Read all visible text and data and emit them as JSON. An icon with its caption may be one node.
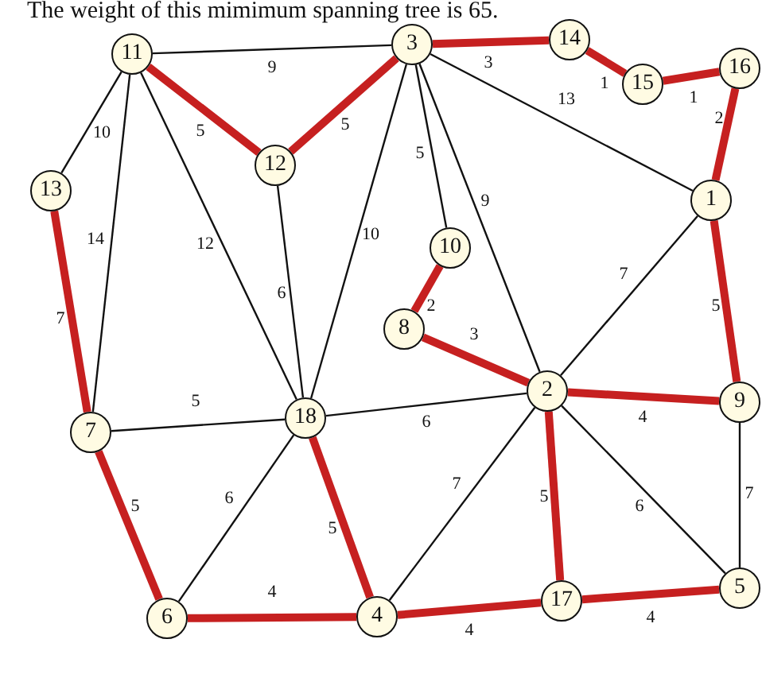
{
  "diagram": {
    "title": "The weight of this mimimum spanning tree is 65.",
    "nodes": [
      {
        "text": [
          "11"
        ]
      },
      {
        "text": [
          "3"
        ]
      },
      {
        "text": [
          "14"
        ]
      },
      {
        "text": [
          "15"
        ]
      },
      {
        "text": [
          "16"
        ]
      },
      {
        "text": [
          "13"
        ]
      },
      {
        "text": [
          "12"
        ]
      },
      {
        "text": [
          "1"
        ]
      },
      {
        "text": [
          "10"
        ]
      },
      {
        "text": [
          "8"
        ]
      },
      {
        "text": [
          "7"
        ]
      },
      {
        "text": [
          "18"
        ]
      },
      {
        "text": [
          "2"
        ]
      },
      {
        "text": [
          "9"
        ]
      },
      {
        "text": [
          "6"
        ]
      },
      {
        "text": [
          "4"
        ]
      },
      {
        "text": [
          "17"
        ]
      },
      {
        "text": [
          "5"
        ]
      }
    ],
    "edges": [
      {
        "from": 0,
        "to": 1,
        "arrow": "none",
        "label": "9",
        "color": "#111111"
      },
      {
        "from": 0,
        "to": 5,
        "arrow": "none",
        "label": "10",
        "color": "#111111"
      },
      {
        "from": 0,
        "to": 10,
        "arrow": "none",
        "label": "14",
        "color": "#111111"
      },
      {
        "from": 0,
        "to": 11,
        "arrow": "none",
        "label": "12",
        "color": "#111111"
      },
      {
        "from": 0,
        "to": 6,
        "arrow": "none",
        "label": "5"
      },
      {
        "from": 6,
        "to": 1,
        "arrow": "none",
        "label": "5"
      },
      {
        "from": 6,
        "to": 11,
        "arrow": "none",
        "label": "6",
        "color": "#111111"
      },
      {
        "from": 1,
        "to": 2,
        "arrow": "none",
        "label": "3"
      },
      {
        "from": 1,
        "to": 11,
        "arrow": "none",
        "label": "10",
        "color": "#111111"
      },
      {
        "from": 1,
        "to": 8,
        "arrow": "none",
        "label": "5",
        "color": "#111111"
      },
      {
        "from": 1,
        "to": 12,
        "arrow": "none",
        "label": "9",
        "color": "#111111"
      },
      {
        "from": 1,
        "to": 7,
        "arrow": "none",
        "label": "13",
        "color": "#111111"
      },
      {
        "from": 2,
        "to": 3,
        "arrow": "none",
        "label": "1"
      },
      {
        "from": 3,
        "to": 4,
        "arrow": "none",
        "label": "1"
      },
      {
        "from": 4,
        "to": 7,
        "arrow": "none",
        "label": "2"
      },
      {
        "from": 7,
        "to": 12,
        "arrow": "none",
        "label": "7",
        "color": "#111111"
      },
      {
        "from": 7,
        "to": 13,
        "arrow": "none",
        "label": "5"
      },
      {
        "from": 5,
        "to": 10,
        "arrow": "none",
        "label": "7"
      },
      {
        "from": 8,
        "to": 9,
        "arrow": "none",
        "label": "2"
      },
      {
        "from": 9,
        "to": 12,
        "arrow": "none",
        "label": "3"
      },
      {
        "from": 10,
        "to": 11,
        "arrow": "none",
        "label": "5",
        "color": "#111111"
      },
      {
        "from": 10,
        "to": 14,
        "arrow": "none",
        "label": "5"
      },
      {
        "from": 11,
        "to": 12,
        "arrow": "none",
        "label": "6",
        "color": "#111111"
      },
      {
        "from": 12,
        "to": 13,
        "arrow": "none",
        "label": "4"
      },
      {
        "from": 11,
        "to": 14,
        "arrow": "none",
        "label": "6",
        "color": "#111111"
      },
      {
        "from": 11,
        "to": 15,
        "arrow": "none",
        "label": "5"
      },
      {
        "from": 12,
        "to": 15,
        "arrow": "none",
        "label": "7",
        "color": "#111111"
      },
      {
        "from": 12,
        "to": 16,
        "arrow": "none",
        "label": "5"
      },
      {
        "from": 12,
        "to": 17,
        "arrow": "none",
        "label": "6",
        "color": "#111111"
      },
      {
        "from": 13,
        "to": 17,
        "arrow": "none",
        "label": "7",
        "color": "#111111"
      },
      {
        "from": 14,
        "to": 15,
        "arrow": "none",
        "label": "4"
      },
      {
        "from": 15,
        "to": 16,
        "arrow": "none",
        "label": "4"
      },
      {
        "from": 16,
        "to": 17,
        "arrow": "none",
        "label": "4"
      }
    ]
  }
}
